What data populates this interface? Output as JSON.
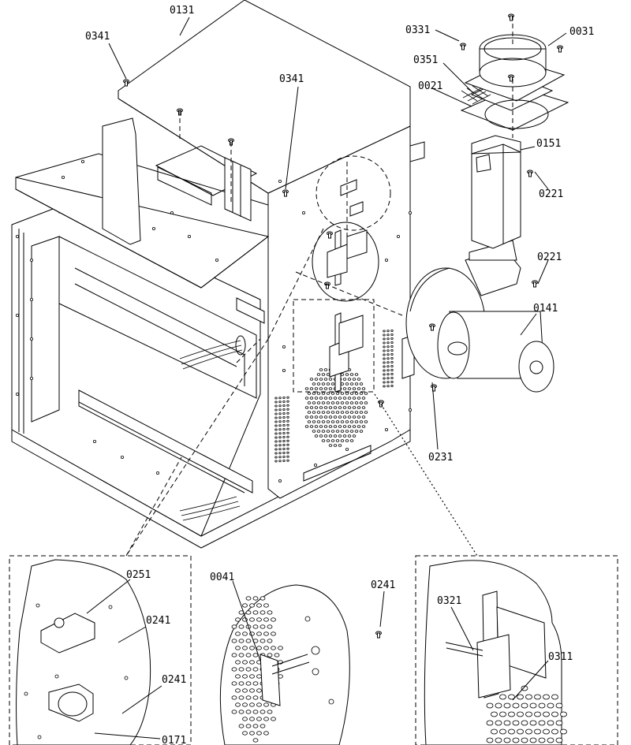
{
  "labels": {
    "l0131": "0131",
    "l0341a": "0341",
    "l0341b": "0341",
    "l0331": "0331",
    "l0031": "0031",
    "l0351": "0351",
    "l0021": "0021",
    "l0151": "0151",
    "l0221a": "0221",
    "l0221b": "0221",
    "l0141": "0141",
    "l0231": "0231",
    "l0251": "0251",
    "l0241a": "0241",
    "l0241b": "0241",
    "l0171": "0171",
    "l0041": "0041",
    "l0241c": "0241",
    "l0321": "0321",
    "l0311": "0311"
  }
}
